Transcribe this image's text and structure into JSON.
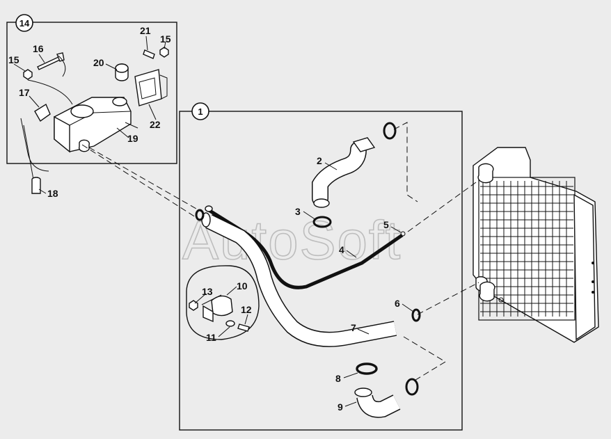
{
  "watermark": "AutoSoft",
  "groups": [
    {
      "id": "group-1",
      "label": "1"
    },
    {
      "id": "group-14",
      "label": "14"
    }
  ],
  "callouts": {
    "p2": "2",
    "p3": "3",
    "p4": "4",
    "p5": "5",
    "p6": "6",
    "p7": "7",
    "p8": "8",
    "p9": "9",
    "p10": "10",
    "p11": "11",
    "p12": "12",
    "p13": "13",
    "p15a": "15",
    "p15b": "15",
    "p16": "16",
    "p17": "17",
    "p18": "18",
    "p19": "19",
    "p20": "20",
    "p21": "21",
    "p22": "22"
  },
  "colors": {
    "background": "#ececec",
    "ink": "#111111",
    "watermark": "#bdbdbd"
  }
}
